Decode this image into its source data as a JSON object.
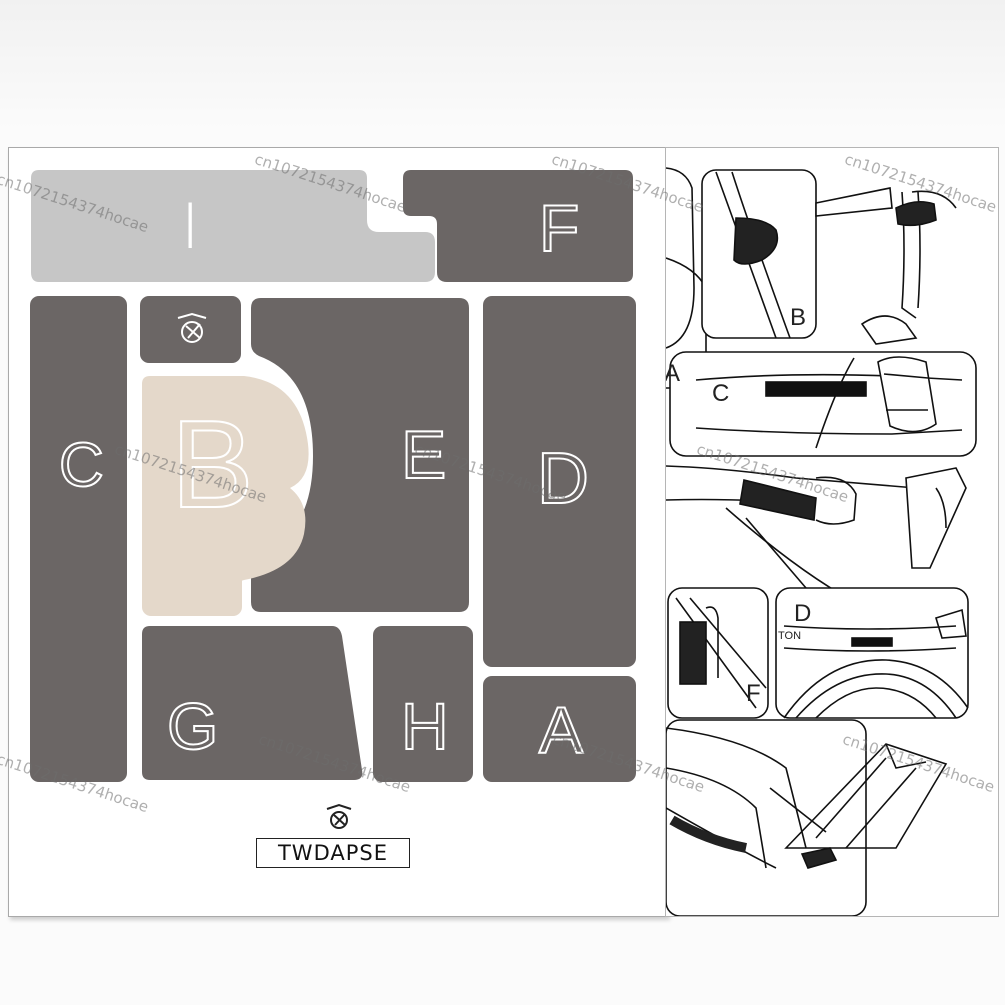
{
  "stickers": {
    "i": "I",
    "f": "F",
    "c": "C",
    "b": "B",
    "e": "E",
    "d": "D",
    "g": "G",
    "h": "H",
    "a": "A"
  },
  "brand": {
    "name": "TWDAPSE",
    "logo_icon": "bicycle-logo-icon"
  },
  "guide_labels": {
    "a": "A",
    "b": "B",
    "c": "C",
    "d": "D",
    "f": "F",
    "frame_text": "TON"
  },
  "watermark": "cn1072154374hocae",
  "colors": {
    "dark": "#6b6665",
    "light": "#c6c6c6",
    "beige": "#e4d8ca"
  }
}
